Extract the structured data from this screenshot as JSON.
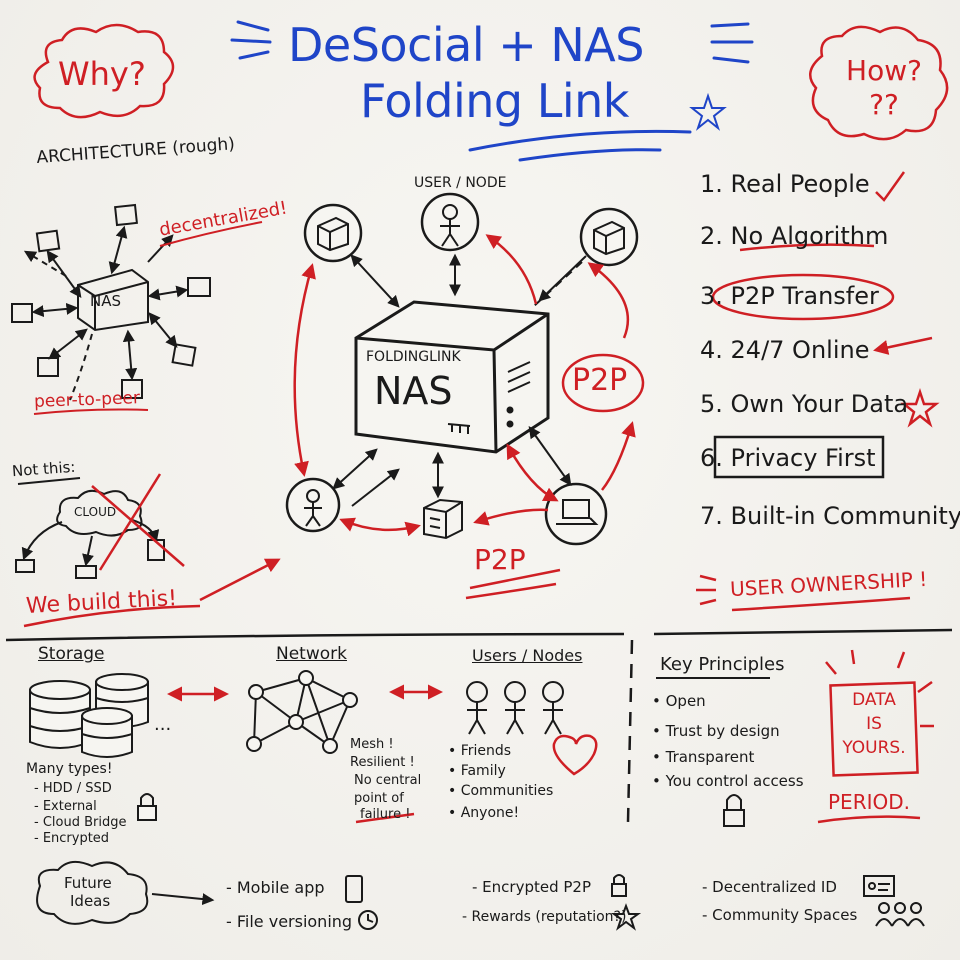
{
  "title": {
    "line1": "DeSocial + NAS",
    "line2": "Folding Link"
  },
  "why": "Why?",
  "how": "How? ??",
  "architecture": {
    "heading": "ARCHITECTURE (rough)",
    "hub": "NAS",
    "decentralized": "decentralized!",
    "p2p": "peer-to-peer"
  },
  "not_this": {
    "label": "Not this:",
    "cloud": "CLOUD",
    "we_build": "We build this!"
  },
  "center": {
    "user_node": "USER / NODE",
    "nas_brand": "FOLDINGLINK",
    "nas_label": "NAS",
    "p2p_right": "P2P",
    "p2p_bottom": "P2P"
  },
  "how_list": [
    "1. Real People",
    "2. No Algorithm",
    "3. P2P Transfer",
    "4. 24/7 Online",
    "5. Own Your Data",
    "6. Privacy First",
    "7. Built-in Community"
  ],
  "user_ownership": "USER OWNERSHIP !",
  "storage": {
    "heading": "Storage",
    "types_title": "Many types!",
    "types": [
      "- HDD / SSD",
      "- External",
      "- Cloud Bridge",
      "- Encrypted"
    ],
    "ellipsis": "..."
  },
  "network": {
    "heading": "Network",
    "notes": [
      "Mesh !",
      "Resilient !",
      "No central",
      "point of",
      "failure !"
    ]
  },
  "users": {
    "heading": "Users / Nodes",
    "items": [
      "• Friends",
      "• Family",
      "• Communities",
      "• Anyone!"
    ]
  },
  "principles": {
    "heading": "Key Principles",
    "items": [
      "• Open",
      "• Trust by design",
      "• Transparent",
      "• You control access"
    ],
    "data_box": [
      "DATA",
      "IS",
      "YOURS."
    ],
    "period": "PERIOD."
  },
  "future": {
    "label": [
      "Future",
      "Ideas"
    ],
    "items": [
      "- Mobile app",
      "- File versioning",
      "- Encrypted P2P",
      "- Rewards (reputation?)",
      "- Decentralized ID",
      "- Community Spaces"
    ]
  },
  "colors": {
    "blue": "#1f45c8",
    "red": "#cf1f24",
    "ink": "#1a1a1a"
  }
}
